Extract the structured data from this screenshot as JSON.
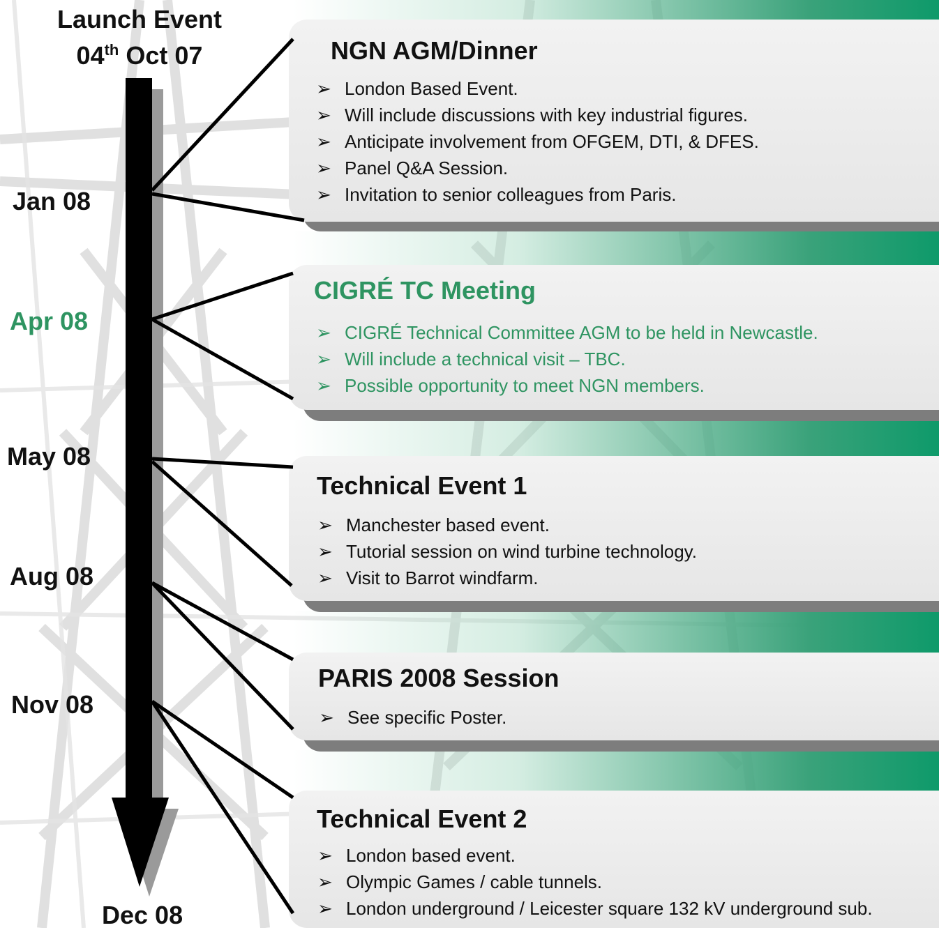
{
  "launch": {
    "title": "Launch Event",
    "date_day": "04",
    "date_suffix": "th",
    "date_rest": "Oct 07"
  },
  "dates": {
    "jan": "Jan 08",
    "apr": "Apr 08",
    "may": "May 08",
    "aug": "Aug 08",
    "nov": "Nov 08",
    "dec": "Dec 08"
  },
  "colors": {
    "highlight_green": "#2e9461",
    "band_green": "#0e9a6a",
    "arrow": "#000000",
    "arrow_shadow": "#9a9a9a"
  },
  "bullet_glyph": "➢",
  "events": [
    {
      "title": "NGN AGM/Dinner",
      "bullets": [
        "London Based Event.",
        "Will include discussions with key industrial figures.",
        "Anticipate involvement from OFGEM, DTI, & DFES.",
        "Panel Q&A Session.",
        "Invitation to senior colleagues from Paris."
      ]
    },
    {
      "title": "CIGRÉ TC Meeting",
      "bullets": [
        "CIGRÉ Technical Committee AGM to be held in Newcastle.",
        "Will include a technical visit – TBC.",
        "Possible opportunity to meet NGN members."
      ]
    },
    {
      "title": "Technical Event 1",
      "bullets": [
        "Manchester based event.",
        "Tutorial session on wind turbine technology.",
        "Visit to Barrot windfarm."
      ]
    },
    {
      "title": "PARIS 2008 Session",
      "bullets": [
        "See specific Poster."
      ]
    },
    {
      "title": "Technical Event 2",
      "bullets": [
        "London based event.",
        "Olympic Games / cable tunnels.",
        "London underground / Leicester square 132 kV underground sub."
      ]
    }
  ]
}
